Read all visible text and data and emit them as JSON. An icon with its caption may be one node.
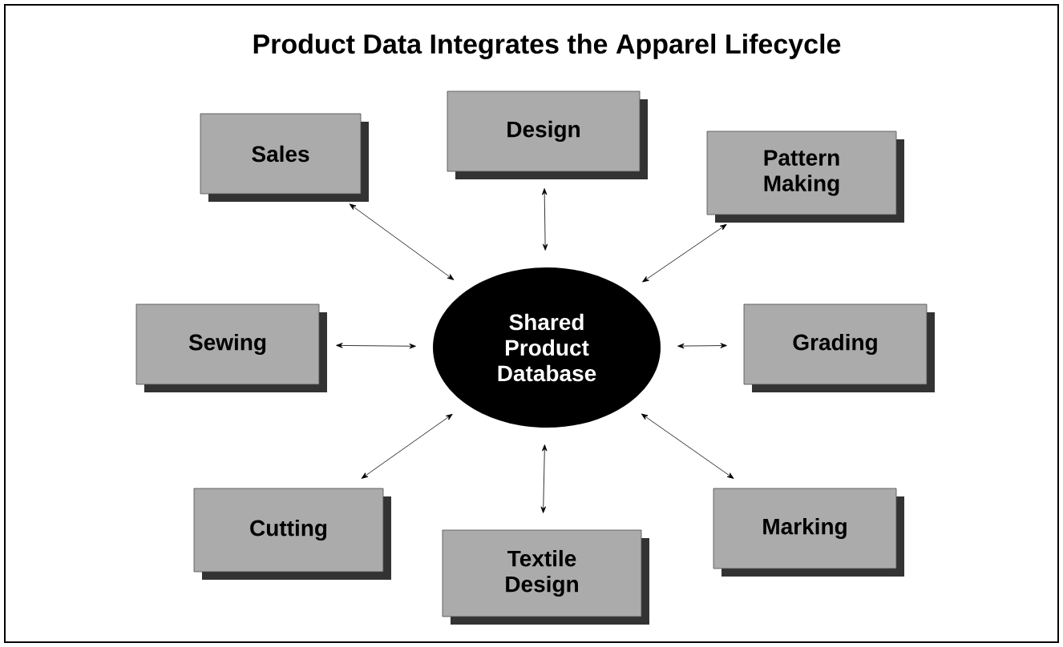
{
  "diagram": {
    "title": "Product Data Integrates the Apparel Lifecycle",
    "nodes": [
      {
        "text": [
          "Sales"
        ]
      },
      {
        "text": [
          "Design"
        ]
      },
      {
        "text": [
          "Pattern Making"
        ]
      },
      {
        "text": [
          "Sewing"
        ]
      },
      {
        "text": [
          "Shared Product Database"
        ]
      },
      {
        "text": [
          "Grading"
        ]
      },
      {
        "text": [
          "Cutting"
        ]
      },
      {
        "text": [
          "Textile Design"
        ]
      },
      {
        "text": [
          "Marking"
        ]
      }
    ],
    "edges": [
      {
        "from": 4,
        "to": 0,
        "arrow": "both"
      },
      {
        "from": 4,
        "to": 1,
        "arrow": "both"
      },
      {
        "from": 4,
        "to": 2,
        "arrow": "both"
      },
      {
        "from": 4,
        "to": 3,
        "arrow": "both"
      },
      {
        "from": 4,
        "to": 5,
        "arrow": "both"
      },
      {
        "from": 4,
        "to": 6,
        "arrow": "both"
      },
      {
        "from": 4,
        "to": 7,
        "arrow": "both"
      },
      {
        "from": 4,
        "to": 8,
        "arrow": "both"
      }
    ]
  }
}
